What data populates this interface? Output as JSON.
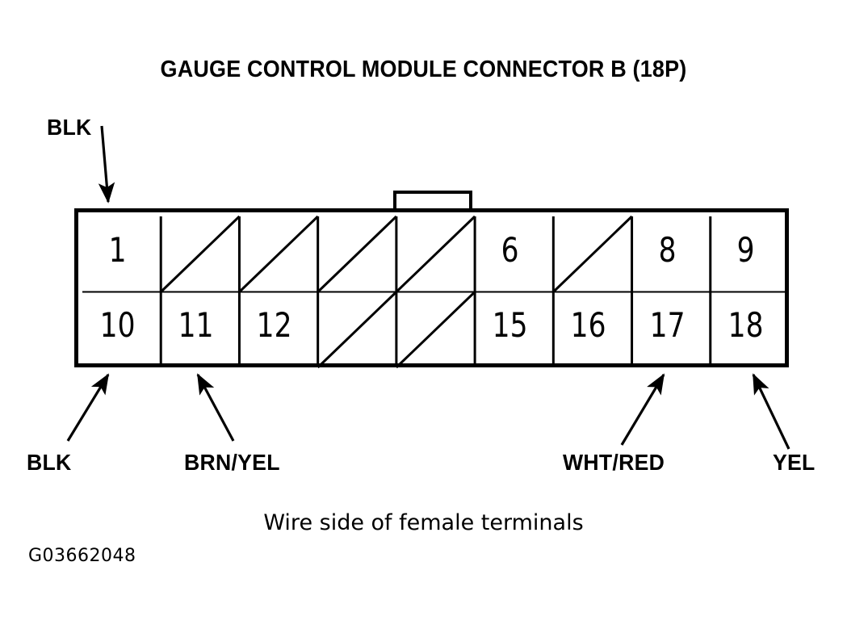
{
  "title": "GAUGE CONTROL MODULE CONNECTOR B (18P)",
  "caption": "Wire side of female terminals",
  "figure_code": "G03662048",
  "colors": {
    "line": "#000000",
    "background": "#ffffff"
  },
  "connector": {
    "columns": 9,
    "rows": 2,
    "total_pins": 18,
    "has_locking_tab": true,
    "top_row": [
      {
        "pin": "1",
        "blank": false
      },
      {
        "pin": "",
        "blank": true
      },
      {
        "pin": "",
        "blank": true
      },
      {
        "pin": "",
        "blank": true
      },
      {
        "pin": "",
        "blank": true
      },
      {
        "pin": "6",
        "blank": false
      },
      {
        "pin": "",
        "blank": true
      },
      {
        "pin": "8",
        "blank": false
      },
      {
        "pin": "9",
        "blank": false
      }
    ],
    "bottom_row": [
      {
        "pin": "10",
        "blank": false
      },
      {
        "pin": "11",
        "blank": false
      },
      {
        "pin": "12",
        "blank": false
      },
      {
        "pin": "",
        "blank": true
      },
      {
        "pin": "",
        "blank": true
      },
      {
        "pin": "15",
        "blank": false
      },
      {
        "pin": "16",
        "blank": false
      },
      {
        "pin": "17",
        "blank": false
      },
      {
        "pin": "18",
        "blank": false
      }
    ]
  },
  "wire_labels": {
    "top_left": "BLK",
    "bottom_1": "BLK",
    "bottom_2": "BRN/YEL",
    "bottom_3": "WHT/RED",
    "bottom_4": "YEL"
  }
}
